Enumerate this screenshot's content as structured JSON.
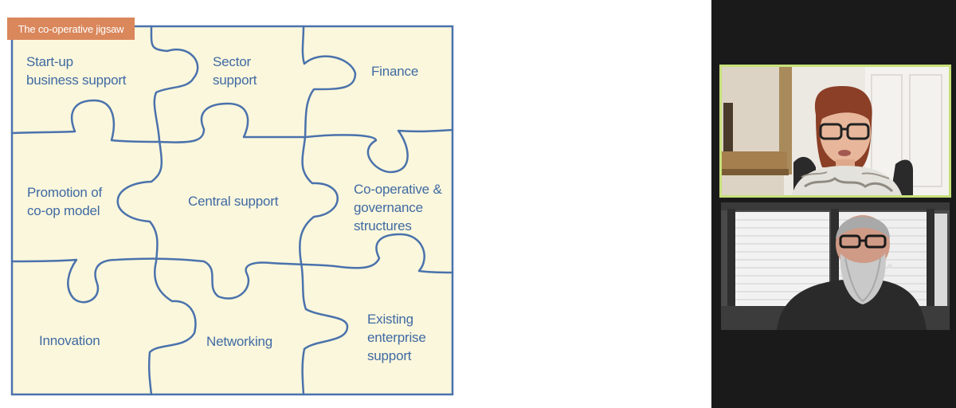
{
  "slide": {
    "title": "The co-operative jigsaw",
    "colors": {
      "title_bg": "#d9875b",
      "puzzle_fill": "#fbf7dc",
      "puzzle_line": "#4a72ac",
      "label_text": "#3f6aa3"
    },
    "pieces": [
      {
        "id": "startup",
        "lines": [
          "Start-up",
          "business support"
        ]
      },
      {
        "id": "sector",
        "lines": [
          "Sector",
          "support"
        ]
      },
      {
        "id": "finance",
        "lines": [
          "Finance"
        ]
      },
      {
        "id": "promotion",
        "lines": [
          "Promotion of",
          "co-op model"
        ]
      },
      {
        "id": "central",
        "lines": [
          "Central support"
        ]
      },
      {
        "id": "coop",
        "lines": [
          "Co-operative &",
          "governance",
          "structures"
        ]
      },
      {
        "id": "innovation",
        "lines": [
          "Innovation"
        ]
      },
      {
        "id": "networking",
        "lines": [
          "Networking"
        ]
      },
      {
        "id": "existing",
        "lines": [
          "Existing",
          "enterprise",
          "support"
        ]
      }
    ]
  },
  "participants": [
    {
      "id": "participant-1",
      "active_speaker": true,
      "highlight_color": "#c7e07a"
    },
    {
      "id": "participant-2",
      "active_speaker": false
    }
  ]
}
